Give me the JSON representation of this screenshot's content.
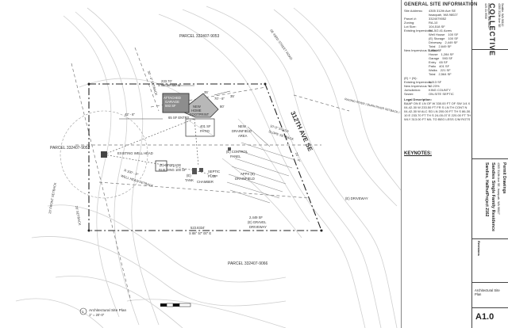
{
  "plan": {
    "parcels": {
      "north": "PARCEL 332407-9053",
      "west": "PARCEL 332407-9052",
      "south": "PARCEL 332407-9066"
    },
    "street": "312TH AVE SE",
    "house": {
      "line1": "NEW",
      "line2": "HOME",
      "line3": "FOOTPRINT"
    },
    "garage": {
      "line1": "ATTACHED",
      "line2": "GARAGE",
      "line3": "593 SF"
    },
    "patio": {
      "line1": "401 SF",
      "line2": "PATIO"
    },
    "entry": "65 SF\nENTRY",
    "drainfield": {
      "line1": "NEW",
      "line2": "DRAINFIELD",
      "line3": "AREA"
    },
    "slope": {
      "line1": "10'-0\" STEEP",
      "line2": "SLOPE SETBACK"
    },
    "control_panel": {
      "line1": "(E) CONTROL",
      "line2": "PANEL"
    },
    "storage": {
      "line1": "(E) STORAGE",
      "line2": "BUILDING 100 SF"
    },
    "septic": {
      "line1": "SEPTIC",
      "line2": "PUMP",
      "line3": "CHAMBER"
    },
    "tank": {
      "line1": "(E)",
      "line2": "TANK"
    },
    "existing_drainfield": {
      "line1": "APPX (E)",
      "line2": "DRAINFIELD"
    },
    "well": "EXISTING WELL HEAD",
    "well_setback": {
      "line1": "R 100' - 0\"",
      "line2": "WELL HEAD SETBACK"
    },
    "gravel": {
      "line1": "2,449 SF",
      "line2": "(E) GRAVEL",
      "line3": "DRIVEWAY"
    },
    "driveway": "(E) DRIVEWAY",
    "dims": {
      "top_len": "233.70'",
      "top_bearing": "S 88° 57' 00\" E",
      "bottom_len": "523.8334'",
      "bottom_bearing": "S 88° 57' 00\" E",
      "left_dim": "42' - 6\"",
      "right_dim": "20' - 0\"",
      "side_dim": "70' - 6\"",
      "dim_35": "35'",
      "dim_35b": "35'",
      "setback_80": "80'",
      "feet_20": "20' - 0\""
    },
    "setback_labels": {
      "top_left": "30' - 0\" SETBACK",
      "north_road": "SE 43RD STREET ROAD",
      "left_street": "W/S SETBACK",
      "bottom_left": "20' FRONT SETBACK",
      "left_vertical": "20' SETBACK",
      "east_road": "RAGING RIVER / BURN RIVER SETBACK / TOP OF BANK LINE"
    },
    "drawing_title": "Architectural Site Plan",
    "drawing_scale": "1\" = 20'-0\"",
    "drawing_number": "1"
  },
  "info": {
    "header": "GENERAL SITE INFORMATION",
    "rows": [
      {
        "k": "Site Address:",
        "v": "4305 312th Ave SE"
      },
      {
        "k": "",
        "v": "Issaquah, WA 98027"
      },
      {
        "k": "Parcel #:",
        "v": "3324079052"
      },
      {
        "k": "Zoning:",
        "v": "RA-10"
      },
      {
        "k": "Lot Size:",
        "v": "104,518 SF"
      },
      {
        "k": "Existing Impervious:",
        "v": "RA-5/2.41 Acres"
      }
    ],
    "existing_items": [
      {
        "k": "Well House",
        "v": "100 SF"
      },
      {
        "k": "(E) Storage",
        "v": "100 SF"
      },
      {
        "k": "Driveway",
        "v": "2,449 SF"
      },
      {
        "k": "Total",
        "v": "2,649 SF"
      }
    ],
    "new_label": "New Impervious Surface:",
    "new_value": "2,564 SF",
    "new_items": [
      {
        "k": "House",
        "v": "1,284 SF"
      },
      {
        "k": "Garage",
        "v": "593 SF"
      },
      {
        "k": "Entry",
        "v": "65 SF"
      },
      {
        "k": "Patio",
        "v": "401 SF"
      },
      {
        "k": "Walks",
        "v": "221 SF"
      },
      {
        "k": "Total",
        "v": "2,564 SF"
      }
    ],
    "tail": [
      {
        "k": "(E) + (N):",
        "v": ""
      },
      {
        "k": "Existing Impervious:",
        "v": "5,213 SF"
      },
      {
        "k": "New Impervious %:",
        "v": "12.23%"
      },
      {
        "k": "Jurisdiction:",
        "v": "KING COUNTY"
      },
      {
        "k": "Sewer:",
        "v": "ON-SITE SEPTIC"
      }
    ],
    "legal_title": "Legal Description:",
    "legal_body": "BAAP ON E LN OF W 330.00 FT OF SW 1/4 X 04-42-30 W 233.50 FT FR S LN TH CONT N 04-42-30 W ALC SD LN 200.00 FT TH S 86-30-10 E 233.70 FT TH S 24-00-07 E 220.00 FT TH WLY 313.00 FT M/L TO BEG LESS C/M RGTS"
  },
  "keynotes": "KEYNOTES:",
  "titleblock": {
    "brand": "COLLECTIVE",
    "address_lines": [
      "Seattle, WA 98112",
      "4305 312th Ave SE",
      "Issaquah, WA 98027",
      "425.41.9930"
    ],
    "project": "Sandies, HallhutProject 2162",
    "project_name": "Sandies Single Family Residence",
    "project_addr": "4305 312th Ave SE, Issaquah, WA 98027",
    "phase": "Permit Drawings",
    "revisions": "Revisions",
    "sheet_title": "Architectural Site Plan",
    "sheet_number": "A1.0"
  }
}
